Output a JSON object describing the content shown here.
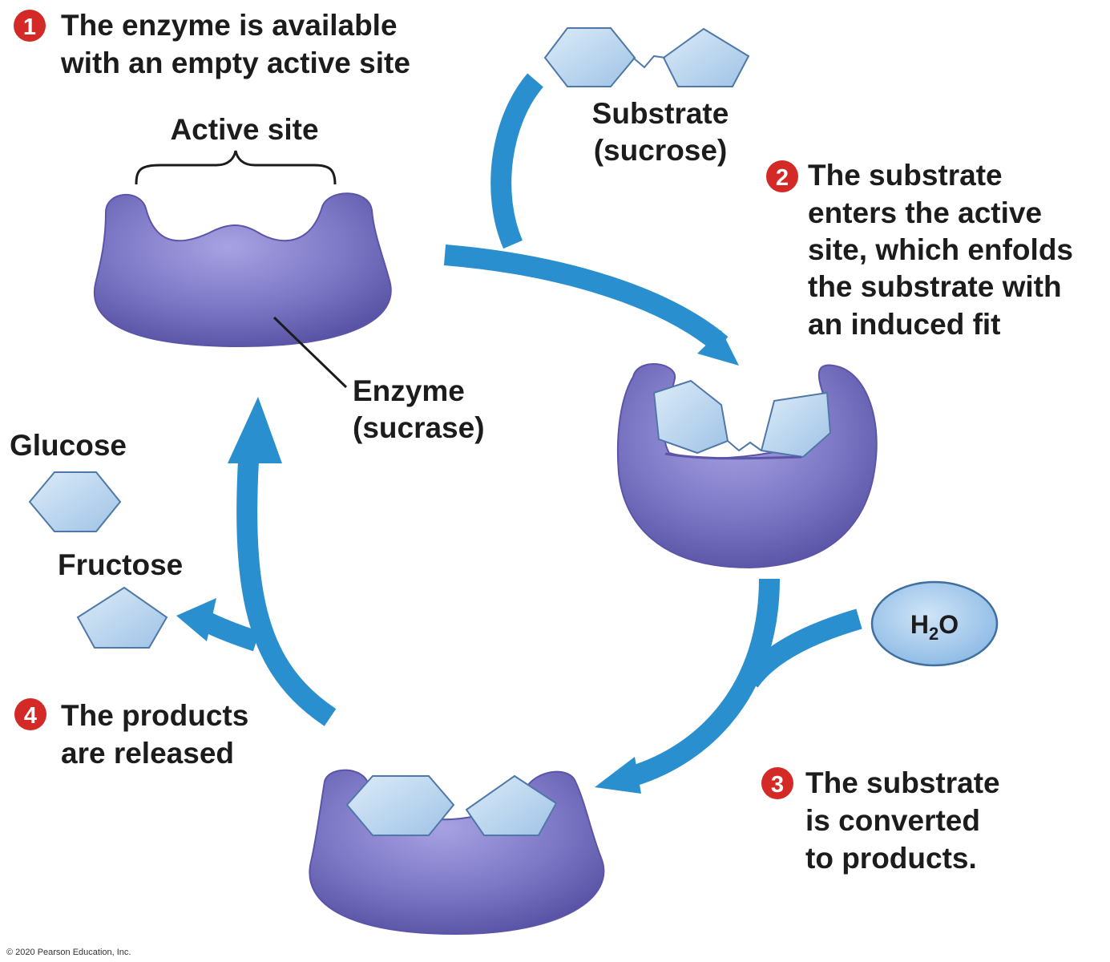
{
  "colors": {
    "arrow": "#2a8fce",
    "enzyme": "#7b76c4",
    "enzyme_dark": "#5a55a8",
    "molecule_fill": "#b6d4ee",
    "molecule_stroke": "#4f78a8",
    "step_badge": "#d42a27",
    "water_fill": "#a9cdee"
  },
  "steps": [
    {
      "number": "1",
      "lines": [
        "The enzyme is available",
        "with an empty active site"
      ]
    },
    {
      "number": "2",
      "lines": [
        "The substrate",
        "enters the active",
        "site, which enfolds",
        "the substrate with",
        "an induced fit"
      ]
    },
    {
      "number": "3",
      "lines": [
        "The substrate",
        "is converted",
        "to products."
      ]
    },
    {
      "number": "4",
      "lines": [
        "The products",
        "are released"
      ]
    }
  ],
  "labels": {
    "active_site": "Active site",
    "substrate": [
      "Substrate",
      "(sucrose)"
    ],
    "enzyme": [
      "Enzyme",
      "(sucrase)"
    ],
    "glucose": "Glucose",
    "fructose": "Fructose",
    "water": {
      "main": "H",
      "sub": "2",
      "end": "O"
    }
  },
  "copyright": "© 2020 Pearson Education, Inc."
}
